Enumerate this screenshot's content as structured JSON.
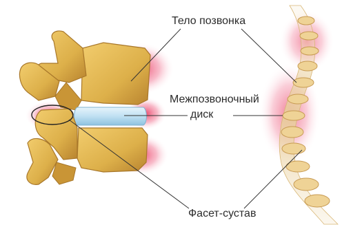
{
  "labels": {
    "vertebral_body": "Тело позвонка",
    "disc_line1": "Межпозвоночный",
    "disc_line2": "диск",
    "facet_joint": "Фасет-сустав"
  },
  "colors": {
    "bone": "#ddb04a",
    "bone_dark": "#a8772a",
    "disc": "#bfe0f2",
    "pain_glow": "#e8325a",
    "leader_line": "#333333",
    "text": "#2b2b2b"
  }
}
